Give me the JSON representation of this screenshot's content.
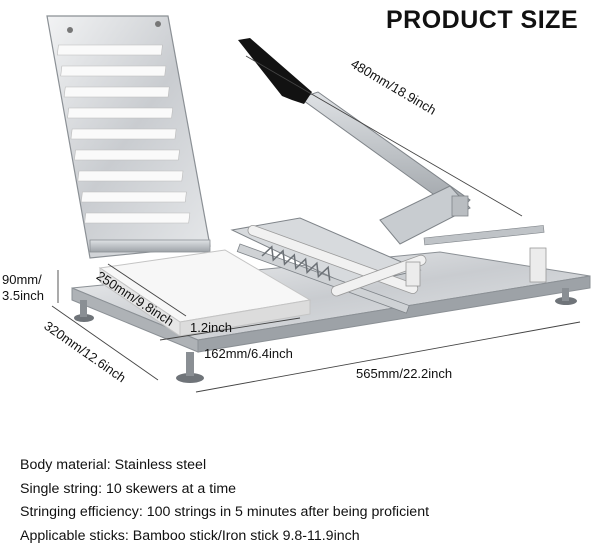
{
  "title": "PRODUCT SIZE",
  "dimensions": {
    "handle_length": "480mm/18.9inch",
    "height": "90mm/\n3.5inch",
    "height_line1": "90mm/",
    "height_line2": "3.5inch",
    "depth": "320mm/12.6inch",
    "length": "565mm/22.2inch",
    "block_length": "250mm/9.8inch",
    "block_width": "162mm/6.4inch",
    "block_height": "1.2inch"
  },
  "specs": [
    "Body material: Stainless steel",
    "Single string: 10 skewers at a time",
    "Stringing efficiency: 100 strings in 5 minutes after being proficient",
    "Applicable sticks: Bamboo stick/Iron stick 9.8-11.9inch"
  ]
}
